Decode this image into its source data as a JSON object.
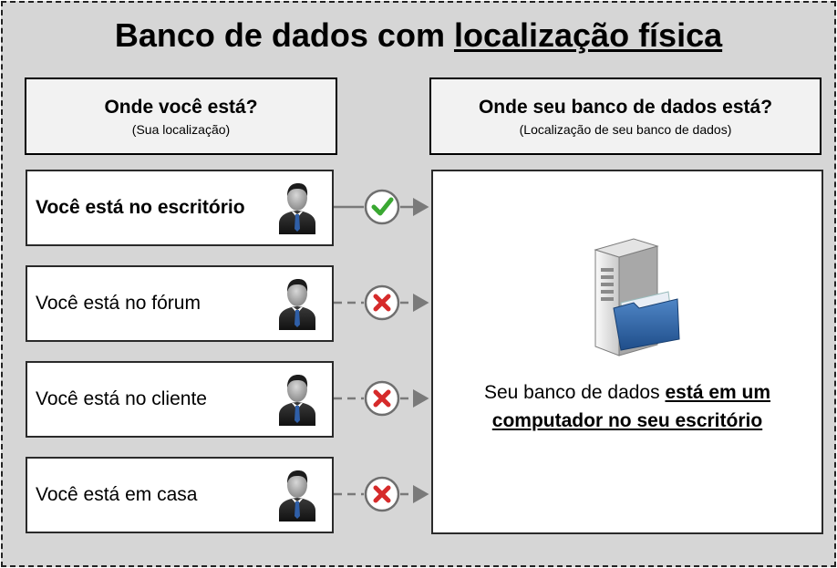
{
  "title": {
    "prefix": "Banco de dados com",
    "emphasis": "localização física"
  },
  "left_header": {
    "title": "Onde você está?",
    "subtitle": "(Sua localização)"
  },
  "right_header": {
    "title": "Onde seu banco de dados está?",
    "subtitle": "(Localização de seu banco de dados)"
  },
  "locations": [
    {
      "label": "Você está no escritório",
      "status": "allowed",
      "status_icon": "check-icon"
    },
    {
      "label": "Você está no fórum",
      "status": "denied",
      "status_icon": "cross-icon"
    },
    {
      "label": "Você está no cliente",
      "status": "denied",
      "status_icon": "cross-icon"
    },
    {
      "label": "Você está em casa",
      "status": "denied",
      "status_icon": "cross-icon"
    }
  ],
  "database": {
    "text_prefix": "Seu banco de dados",
    "text_emphasis": "está em um computador no seu escritório",
    "icon": "server-folder-icon"
  },
  "colors": {
    "check": "#3aa832",
    "cross": "#d62b2b",
    "connector": "#7a7a7a",
    "background": "#d6d6d6"
  }
}
